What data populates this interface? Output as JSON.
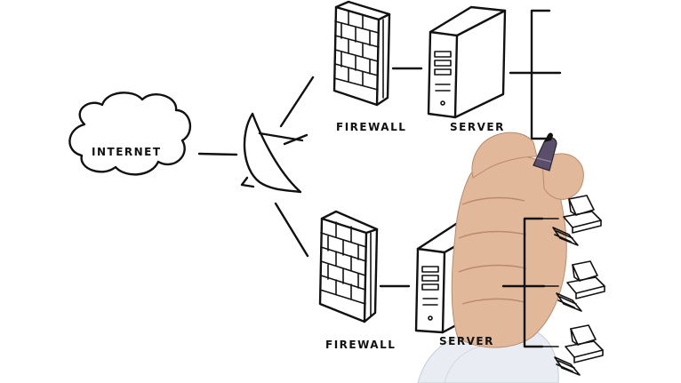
{
  "diagram": {
    "labels": {
      "internet": "INTERNET",
      "firewall_top": "FIREWALL",
      "server_top": "SERVER",
      "firewall_bottom": "FIREWALL",
      "server_bottom": "SERVER"
    },
    "icons": {
      "cloud": "internet-cloud-icon",
      "dish": "satellite-dish-icon",
      "firewall": "brick-firewall-icon",
      "server": "server-tower-icon",
      "workstation": "workstation-computer-icon",
      "hand": "hand-with-marker-icon"
    },
    "colors": {
      "ink": "#111111",
      "background": "#ffffff",
      "skin": "#e2b89a",
      "marker": "#5a4f6a"
    }
  }
}
